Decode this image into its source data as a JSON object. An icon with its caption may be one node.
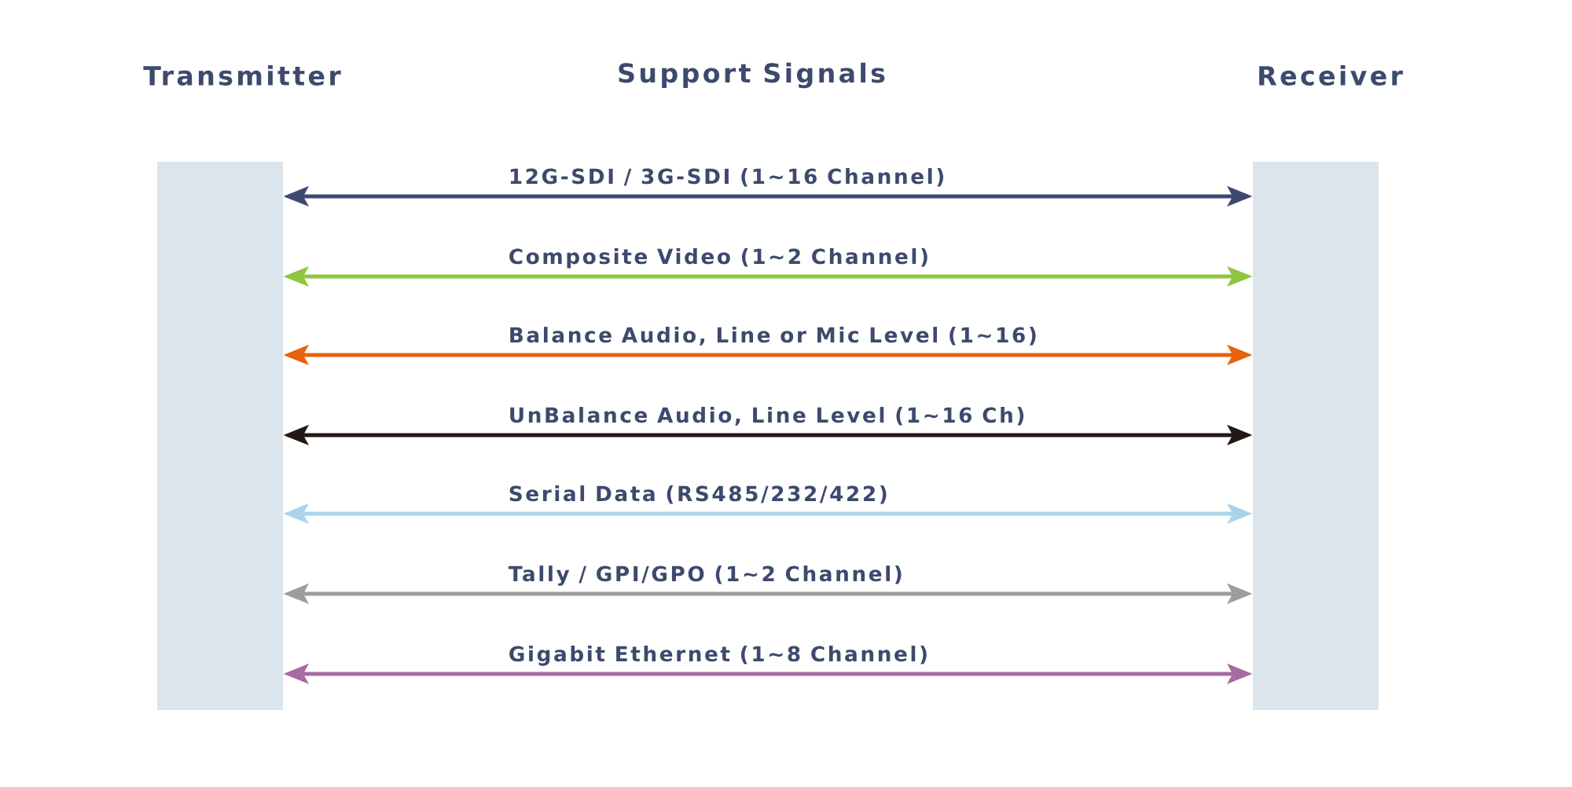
{
  "diagram": {
    "title": "Support Signals",
    "nodes": [
      {
        "text": [
          "Transmitter"
        ]
      },
      {
        "text": [
          "Receiver"
        ]
      }
    ],
    "edges": [
      {
        "from": 0,
        "to": 1,
        "arrow": "both",
        "label": "12G-SDI / 3G-SDI (1~16 Channel)",
        "color": "#3d4a70"
      },
      {
        "from": 0,
        "to": 1,
        "arrow": "both",
        "label": "Composite Video (1~2 Channel)",
        "color": "#8cc63e"
      },
      {
        "from": 0,
        "to": 1,
        "arrow": "both",
        "label": "Balance Audio, Line or Mic Level (1~16)",
        "color": "#e8630f"
      },
      {
        "from": 0,
        "to": 1,
        "arrow": "both",
        "label": "UnBalance Audio, Line Level (1~16 Ch)",
        "color": "#231815"
      },
      {
        "from": 0,
        "to": 1,
        "arrow": "both",
        "label": "Serial Data (RS485/232/422)",
        "color": "#abd4ec"
      },
      {
        "from": 0,
        "to": 1,
        "arrow": "both",
        "label": "Tally / GPI/GPO (1~2 Channel)",
        "color": "#9d9d9d"
      },
      {
        "from": 0,
        "to": 1,
        "arrow": "both",
        "label": "Gigabit Ethernet (1~8 Channel)",
        "color": "#a86b9f"
      }
    ]
  }
}
